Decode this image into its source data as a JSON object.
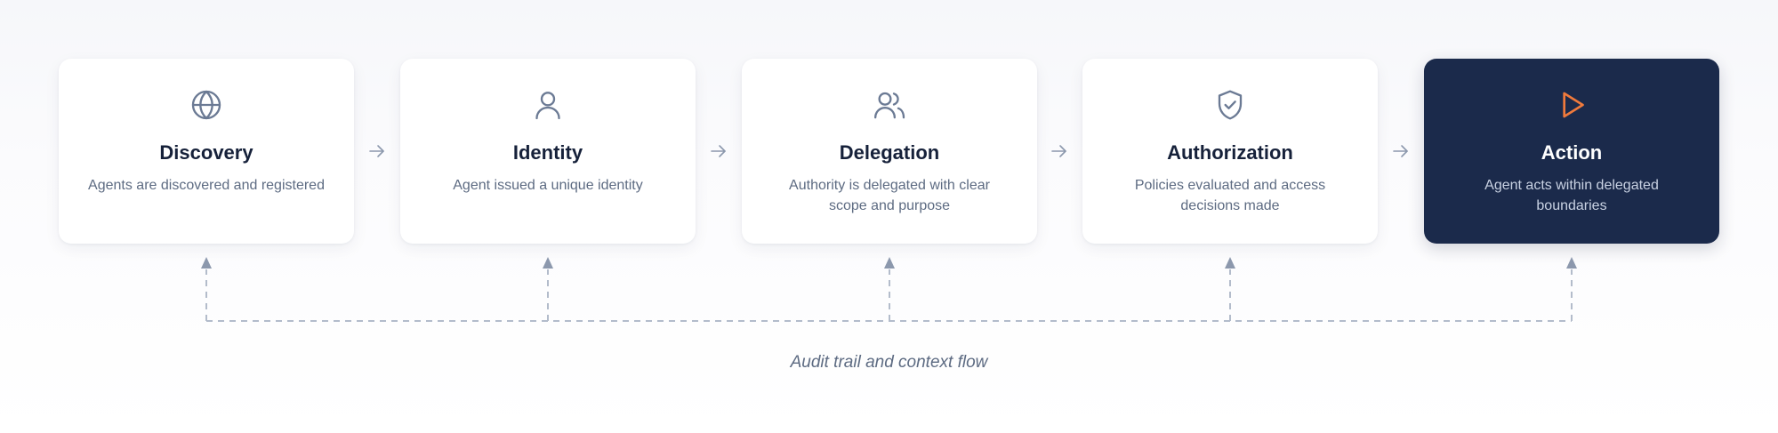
{
  "steps": [
    {
      "icon": "globe-icon",
      "title": "Discovery",
      "description": "Agents are discovered and registered"
    },
    {
      "icon": "user-icon",
      "title": "Identity",
      "description": "Agent issued a unique identity"
    },
    {
      "icon": "users-icon",
      "title": "Delegation",
      "description": "Authority is delegated with clear scope and purpose"
    },
    {
      "icon": "shield-check-icon",
      "title": "Authorization",
      "description": "Policies evaluated and access decisions made"
    },
    {
      "icon": "play-icon",
      "title": "Action",
      "description": "Agent acts within delegated boundaries"
    }
  ],
  "footer": {
    "caption": "Audit trail and context flow"
  },
  "colors": {
    "active_card": "#1b2a4b",
    "accent_icon": "#f07a3c",
    "icon": "#6b7a94",
    "connector": "#aab4c4",
    "title": "#16213a",
    "description": "#5d6b82"
  }
}
